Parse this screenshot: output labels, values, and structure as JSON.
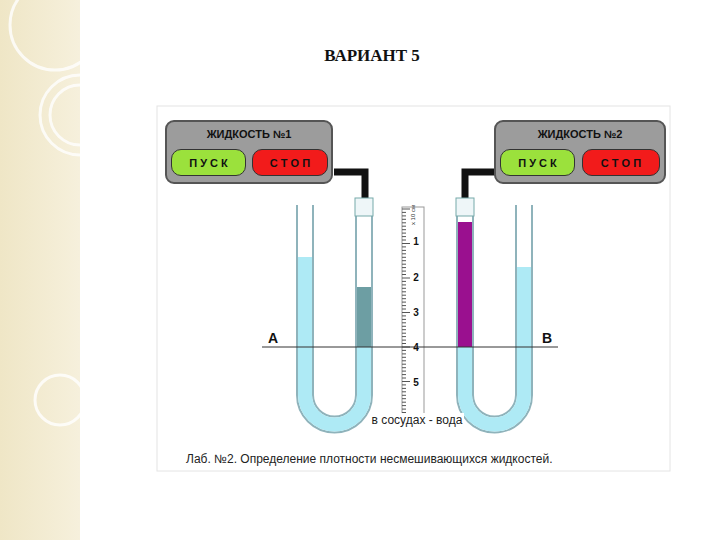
{
  "diagram": {
    "title": "ВАРИАНТ 5",
    "caption": "Лаб. №2.   Определение плотности несмешивающихся жидкостей.",
    "nodes": [
      {
        "text": [
          "ЖИДКОСТЬ №1"
        ]
      },
      {
        "text": [
          "П У С К"
        ],
        "in": 0
      },
      {
        "text": [
          "С Т О П"
        ],
        "in": 0
      },
      {
        "text": [
          "ЖИДКОСТЬ №2"
        ]
      },
      {
        "text": [
          "П У С К"
        ],
        "in": 3
      },
      {
        "text": [
          "С Т О П"
        ],
        "in": 3
      }
    ],
    "labels": [
      "х 10 см",
      "1",
      "2",
      "3",
      "4",
      "5",
      "A",
      "B",
      "в сосудах - вода"
    ]
  }
}
